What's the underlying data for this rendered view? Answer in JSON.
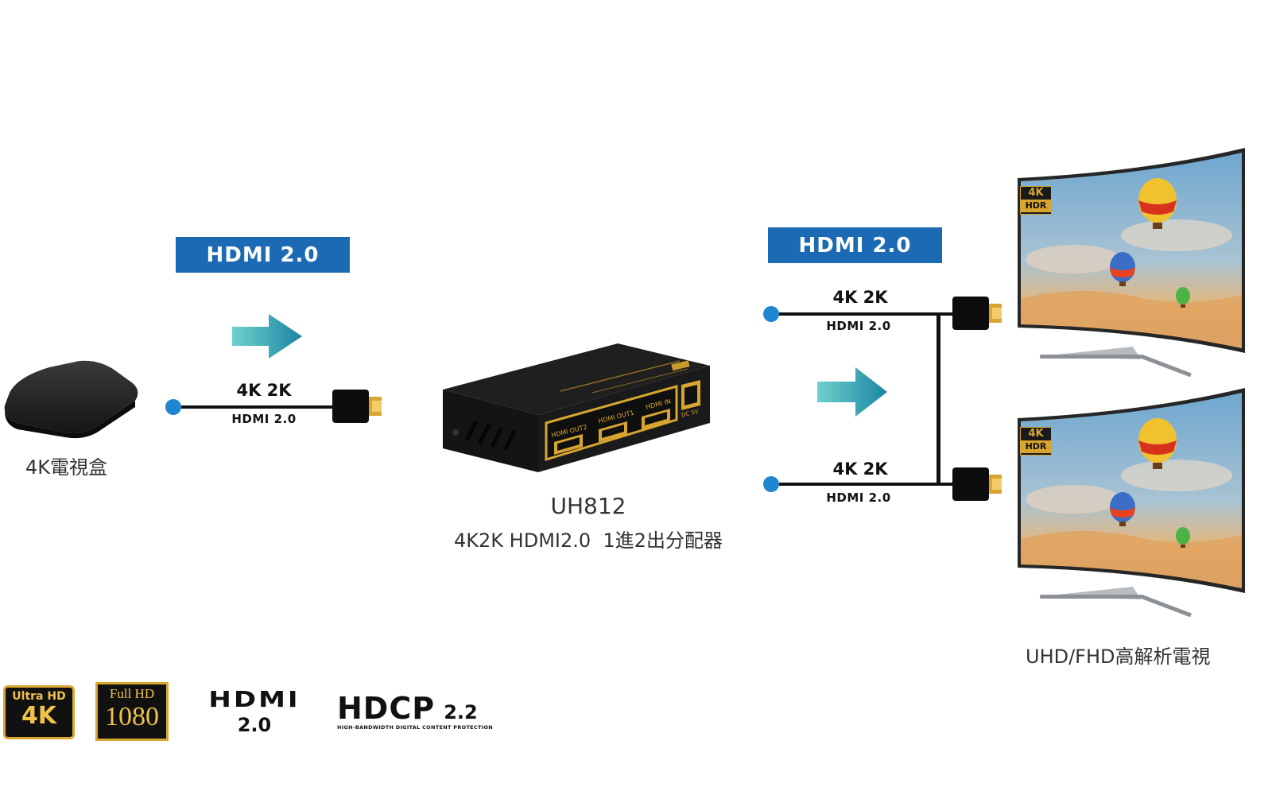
{
  "source": {
    "label": "4K電視盒"
  },
  "input_cable": {
    "badge": "HDMI 2.0",
    "top_label": "4K 2K",
    "bottom_label": "HDMI 2.0"
  },
  "device": {
    "model": "UH812",
    "description": "4K2K HDMI2.0  1進2出分配器",
    "ports": [
      "HDMI OUT2",
      "HDMI OUT1",
      "HDMI IN",
      "DC 5V"
    ]
  },
  "output_cables": {
    "badge": "HDMI 2.0",
    "cables": [
      {
        "top_label": "4K 2K",
        "bottom_label": "HDMI 2.0"
      },
      {
        "top_label": "4K 2K",
        "bottom_label": "HDMI 2.0"
      }
    ]
  },
  "displays": {
    "label": "UHD/FHD高解析電視",
    "tv_badges": [
      {
        "line1": "4K",
        "line2": "HDR"
      },
      {
        "line1": "4K",
        "line2": "HDR"
      }
    ]
  },
  "logos": {
    "ultra_hd": {
      "line1": "Ultra HD",
      "line2": "4K"
    },
    "full_hd": {
      "line1": "Full HD",
      "line2": "1080"
    },
    "hdmi": {
      "line1": "HDMI",
      "line2": "2.0"
    },
    "hdcp": {
      "main": "HDCP",
      "version": "2.2",
      "tagline": "HIGH-BANDWIDTH DIGITAL CONTENT PROTECTION"
    }
  },
  "colors": {
    "badge_blue": "#1b6ab3",
    "dot_blue": "#1f86d1",
    "arrow_start": "#5ec9c9",
    "arrow_end": "#1a8aa0",
    "gold": "#d8a630"
  }
}
